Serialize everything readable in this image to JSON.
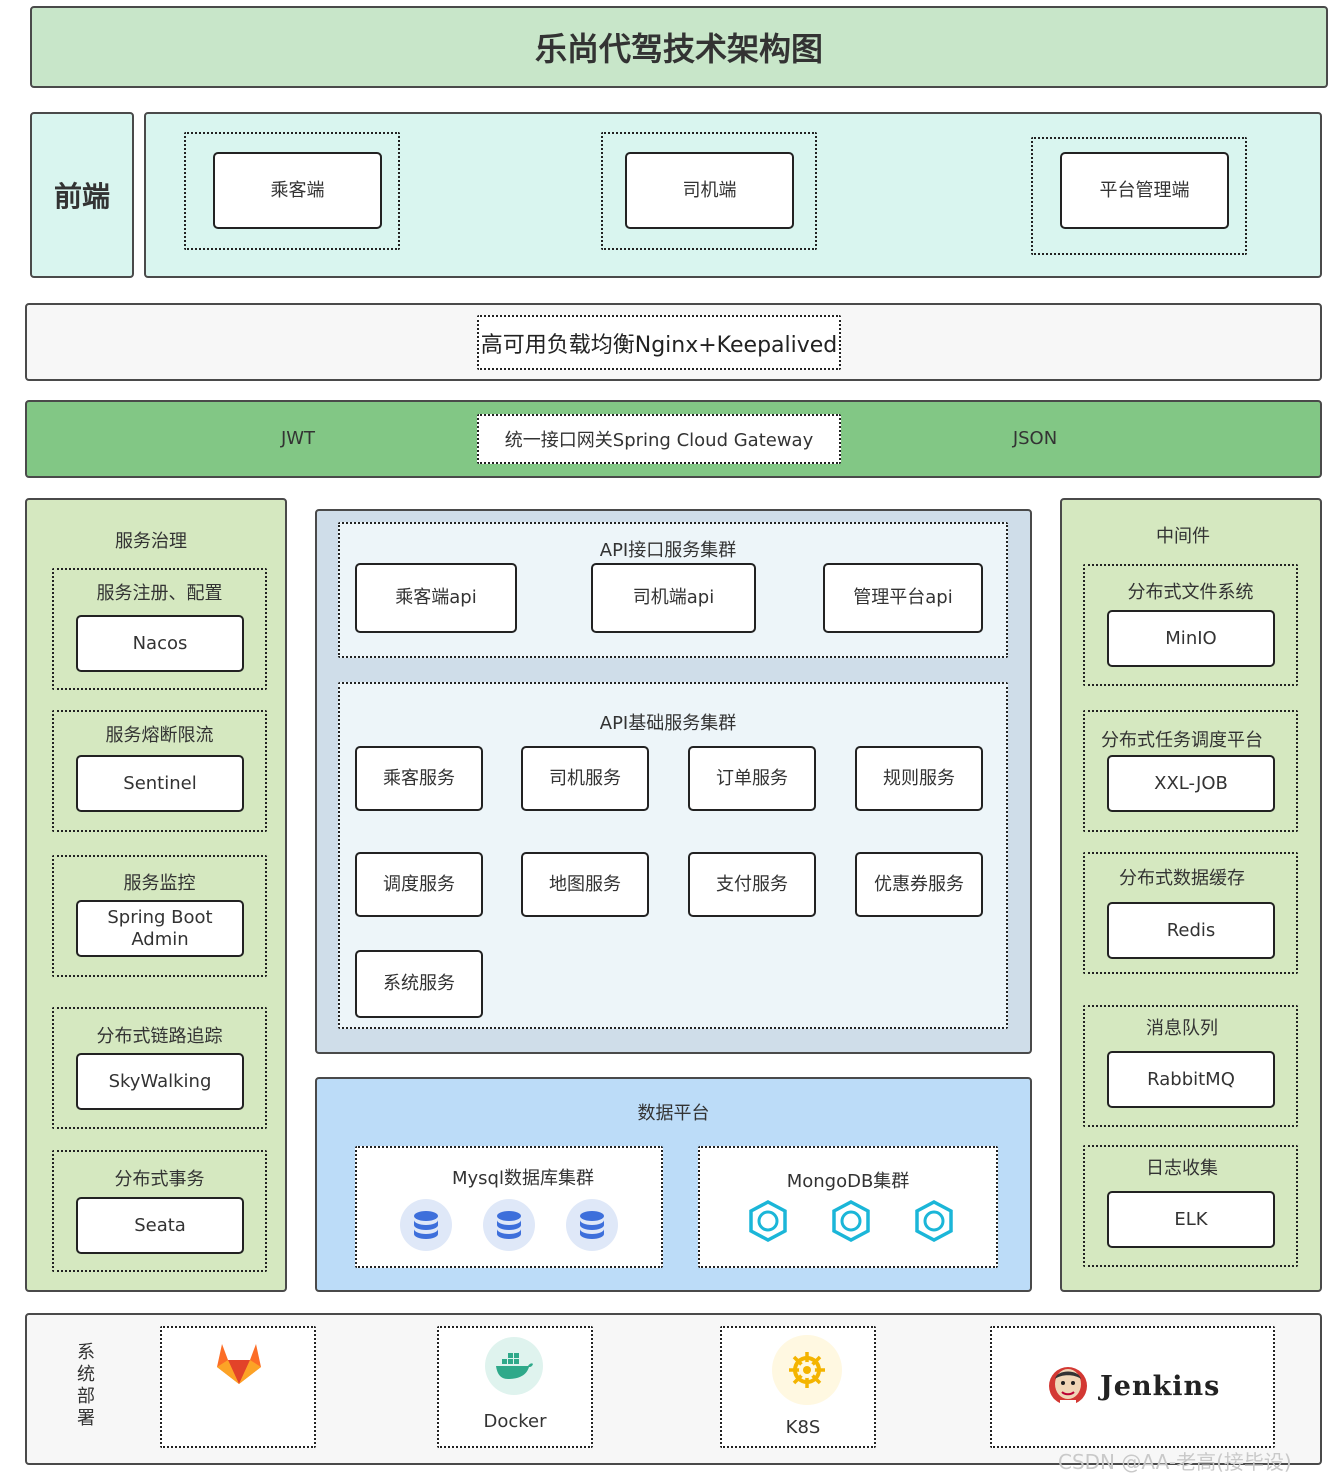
{
  "title": "乐尚代驾技术架构图",
  "frontend": {
    "label": "前端",
    "clients": [
      "乘客端",
      "司机端",
      "平台管理端"
    ]
  },
  "load_balancer": "高可用负载均衡Nginx+Keepalived",
  "gateway": {
    "left": "JWT",
    "center": "统一接口网关Spring Cloud Gateway",
    "right": "JSON"
  },
  "governance": {
    "title": "服务治理",
    "groups": [
      {
        "label": "服务注册、配置",
        "tool": "Nacos"
      },
      {
        "label": "服务熔断限流",
        "tool": "Sentinel"
      },
      {
        "label": "服务监控",
        "tool": "Spring Boot Admin"
      },
      {
        "label": "分布式链路追踪",
        "tool": "SkyWalking"
      },
      {
        "label": "分布式事务",
        "tool": "Seata"
      }
    ]
  },
  "api_cluster": {
    "title": "API接口服务集群",
    "items": [
      "乘客端api",
      "司机端api",
      "管理平台api"
    ]
  },
  "base_cluster": {
    "title": "API基础服务集群",
    "items": [
      "乘客服务",
      "司机服务",
      "订单服务",
      "规则服务",
      "调度服务",
      "地图服务",
      "支付服务",
      "优惠券服务",
      "系统服务"
    ]
  },
  "data_platform": {
    "title": "数据平台",
    "mysql": "Mysql数据库集群",
    "mongo": "MongoDB集群"
  },
  "middleware": {
    "title": "中间件",
    "groups": [
      {
        "label": "分布式文件系统",
        "tool": "MinIO"
      },
      {
        "label": "分布式任务调度平台",
        "tool": "XXL-JOB"
      },
      {
        "label": "分布式数据缓存",
        "tool": "Redis"
      },
      {
        "label": "消息队列",
        "tool": "RabbitMQ"
      },
      {
        "label": "日志收集",
        "tool": "ELK"
      }
    ]
  },
  "deploy": {
    "label": "系统部署",
    "docker": "Docker",
    "k8s": "K8S",
    "jenkins": "Jenkins"
  },
  "watermark": "CSDN @AA-老高(接毕设)",
  "colors": {
    "title_bg": "#c8e6c9",
    "frontend_bg": "#d9f5ef",
    "gateway_bg": "#82c785",
    "side_bg": "#d5e8c0",
    "center_bg": "#cfdde9",
    "data_bg": "#bcdcf8"
  }
}
